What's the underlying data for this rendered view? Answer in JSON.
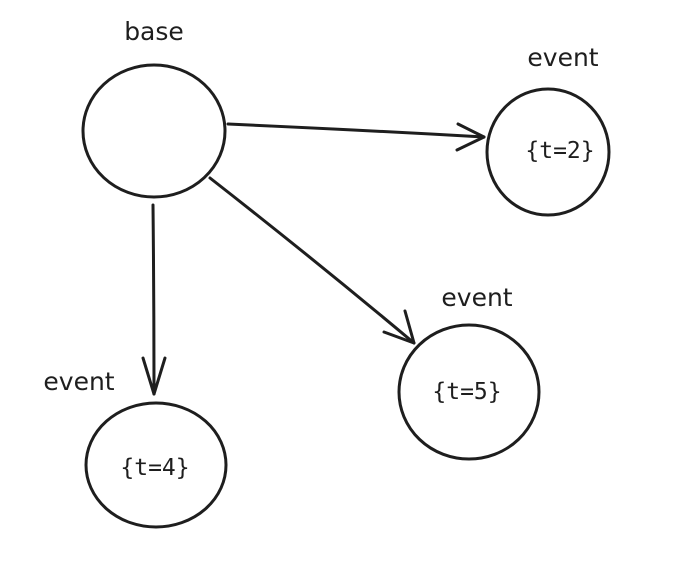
{
  "diagram": {
    "nodes": [
      {
        "id": "base",
        "label": "base",
        "text": ""
      },
      {
        "id": "event-t2",
        "label": "event",
        "text": "{t=2}"
      },
      {
        "id": "event-t5",
        "label": "event",
        "text": "{t=5}"
      },
      {
        "id": "event-t4",
        "label": "event",
        "text": "{t=4}"
      }
    ],
    "edges": [
      {
        "from": "base",
        "to": "event-t2"
      },
      {
        "from": "base",
        "to": "event-t5"
      },
      {
        "from": "base",
        "to": "event-t4"
      }
    ]
  },
  "colors": {
    "stroke": "#1e1e1e",
    "background": "#ffffff"
  }
}
